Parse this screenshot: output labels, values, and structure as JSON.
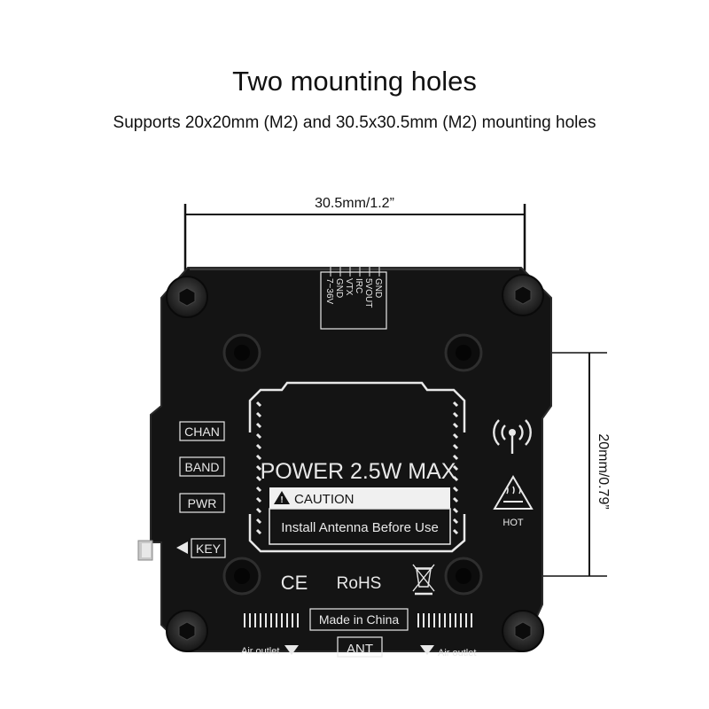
{
  "title": "Two mounting holes",
  "subtitle": "Supports 20x20mm (M2) and 30.5x30.5mm (M2) mounting holes",
  "dimensions": {
    "horizontal": "30.5mm/1.2”",
    "vertical": "20mm/0.79”"
  },
  "device": {
    "pins": [
      "GND",
      "5VOUT",
      "IRC",
      "VTX",
      "GND",
      "7~36V"
    ],
    "side_buttons": [
      "CHAN",
      "BAND",
      "PWR",
      "KEY"
    ],
    "power_label": "POWER 2.5W MAX",
    "caution_label": "CAUTION",
    "caution_icon": "warning-triangle-icon",
    "install_label": "Install Antenna Before Use",
    "ce_mark": "CE",
    "rohs_mark": "RoHS",
    "weee_icon": "crossed-bin-icon",
    "made_in": "Made in China",
    "ant_label": "ANT",
    "air_outlet_left": "Air outlet",
    "air_outlet_right": "Air outlet",
    "hot_label": "HOT",
    "hot_icon": "hot-surface-icon",
    "wireless_icon": "antenna-signal-icon"
  },
  "colors": {
    "body": "#141414",
    "text_on_body": "#e8e8e8",
    "background": "#ffffff"
  }
}
